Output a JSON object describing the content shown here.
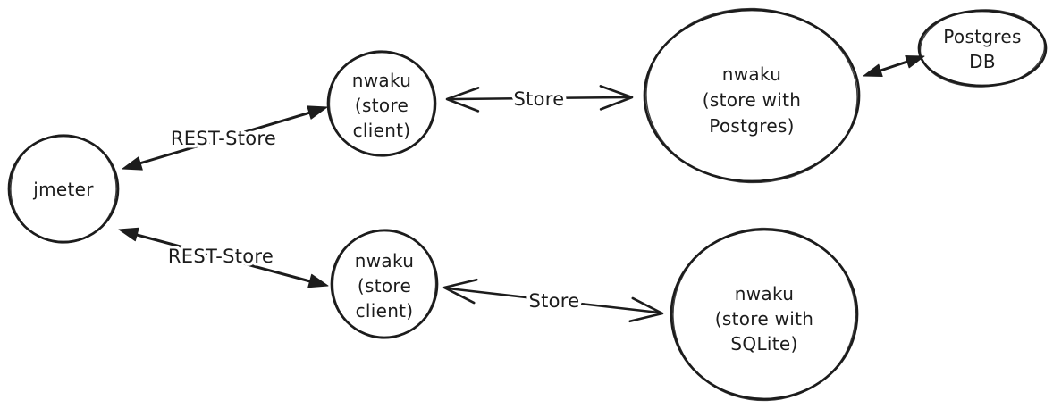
{
  "diagram": {
    "background_color": "#ffffff",
    "ink_color": "#1c1c1c",
    "nodes": [
      {
        "id": "jmeter",
        "lines": [
          "jmeter"
        ]
      },
      {
        "id": "nwaku-store-client-top",
        "lines": [
          "nwaku",
          "(store",
          "client)"
        ]
      },
      {
        "id": "nwaku-store-postgres",
        "lines": [
          "nwaku",
          "(store with",
          "Postgres)"
        ]
      },
      {
        "id": "postgres-db",
        "lines": [
          "Postgres",
          "DB"
        ]
      },
      {
        "id": "nwaku-store-client-bottom",
        "lines": [
          "nwaku",
          "(store",
          "client)"
        ]
      },
      {
        "id": "nwaku-store-sqlite",
        "lines": [
          "nwaku",
          "(store with",
          "SQLite)"
        ]
      }
    ],
    "edges": [
      {
        "id": "jmeter-client-top",
        "label": "REST-Store",
        "style": "double-filled-arrow"
      },
      {
        "id": "client-top-postgres-node",
        "label": "Store",
        "style": "double-open-arrow"
      },
      {
        "id": "postgres-node-postgres-db",
        "style": "double-filled-arrow"
      },
      {
        "id": "jmeter-client-bottom",
        "label": "REST-Store",
        "style": "double-filled-arrow"
      },
      {
        "id": "client-bottom-sqlite-node",
        "label": "Store",
        "style": "double-open-arrow"
      }
    ]
  }
}
